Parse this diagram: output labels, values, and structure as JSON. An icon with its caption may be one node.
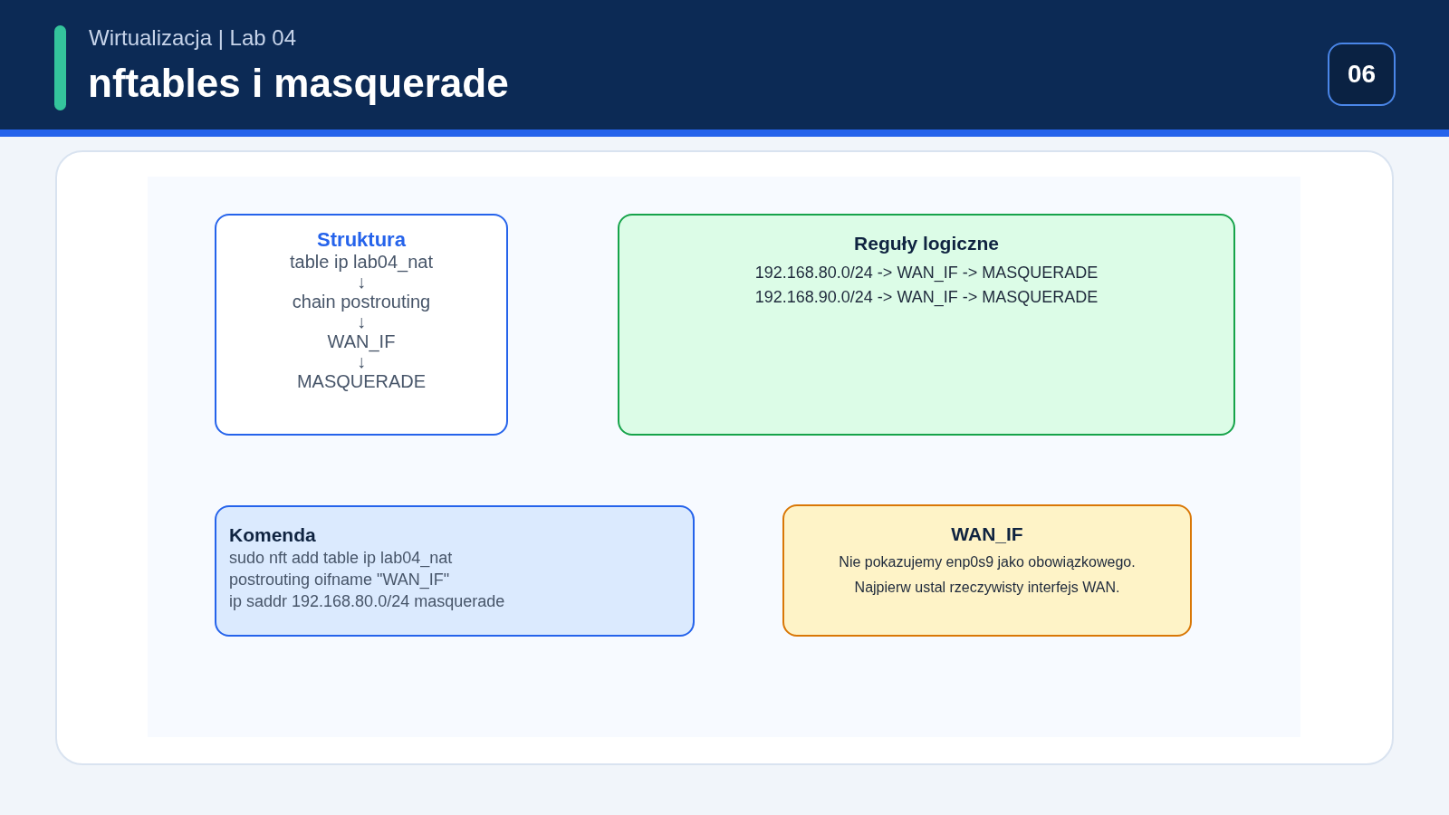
{
  "diagram": {
    "title": "nftables i masquerade",
    "nodes": [
      {
        "text": [
          "Struktura",
          "table ip lab04_nat",
          "↓",
          "chain postrouting",
          "↓",
          "WAN_IF",
          "↓",
          "MASQUERADE"
        ]
      },
      {
        "text": [
          "Reguły logiczne",
          "192.168.80.0/24 -> WAN_IF -> MASQUERADE",
          "192.168.90.0/24 -> WAN_IF -> MASQUERADE"
        ]
      },
      {
        "text": [
          "Komenda",
          "sudo nft add table ip lab04_nat",
          "postrouting oifname \"WAN_IF\"",
          "ip saddr 192.168.80.0/24 masquerade"
        ]
      },
      {
        "text": [
          "WAN_IF",
          "Nie pokazujemy enp0s9 jako obowiązkowego.",
          "Najpierw ustal rzeczywisty interfejs WAN."
        ]
      }
    ],
    "labels": [
      "Wirtualizacja | Lab 04",
      "06"
    ]
  }
}
